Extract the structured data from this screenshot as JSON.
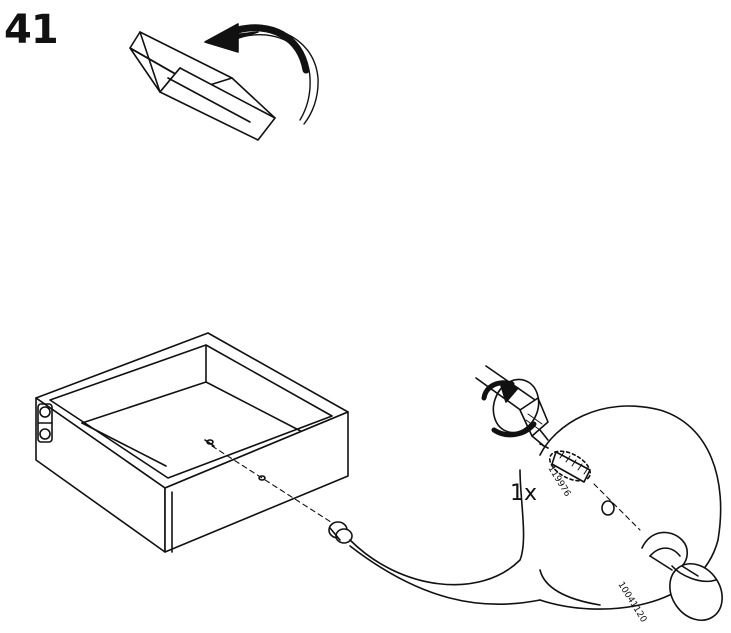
{
  "step": {
    "number": "41"
  },
  "quantity": {
    "label": "1x"
  },
  "parts": {
    "screw_id": "119976",
    "knob_id": "10041120"
  },
  "colors": {
    "line": "#111111",
    "background": "#ffffff",
    "shade": "#e6e6e6"
  }
}
